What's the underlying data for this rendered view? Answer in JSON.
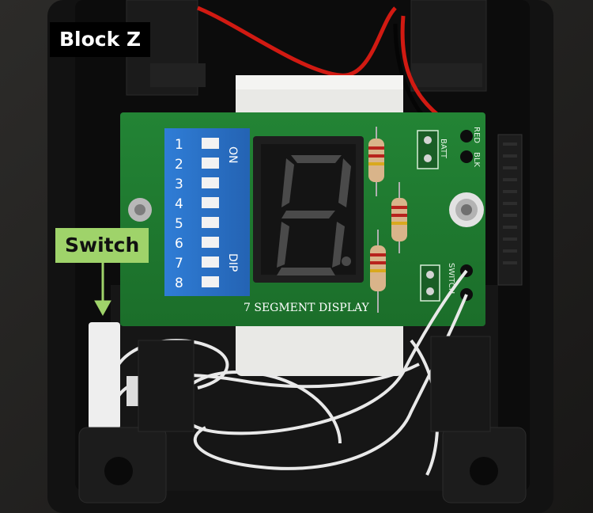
{
  "labels": {
    "block_title": "Block Z",
    "switch_callout": "Switch"
  },
  "dip_switch": {
    "numbers": [
      "1",
      "2",
      "3",
      "4",
      "5",
      "6",
      "7",
      "8"
    ],
    "on_text": "ON",
    "dip_text": "DIP"
  },
  "pcb": {
    "title_text": "7 SEGMENT DISPLAY",
    "batt_text": "BATT",
    "red_text": "RED",
    "blk_text": "BLK",
    "switch_text": "SWITCH"
  },
  "colors": {
    "pcb_green": "#1f7a2e",
    "dip_blue": "#2c74c9",
    "callout_green": "#9fd36a",
    "enclosure_black": "#111111",
    "wire_red": "#d11a12"
  }
}
